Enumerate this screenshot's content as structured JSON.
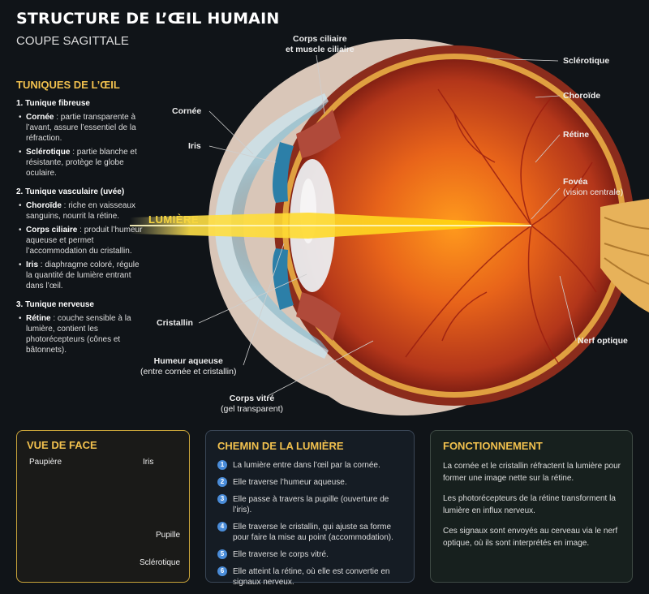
{
  "header": {
    "title": "STRUCTURE DE L’ŒIL HUMAIN",
    "subtitle": "COUPE SAGITTALE"
  },
  "tuniques": {
    "heading": "TUNIQUES DE L’ŒIL",
    "blocks": [
      {
        "title": "1. Tunique fibreuse",
        "items": [
          {
            "term": "Cornée",
            "desc": " : partie transparente à l’avant, assure l’essentiel de la réfraction."
          },
          {
            "term": "Sclérotique",
            "desc": " : partie blanche et résistante, protège le globe oculaire."
          }
        ]
      },
      {
        "title": "2. Tunique vasculaire (uvée)",
        "items": [
          {
            "term": "Choroïde",
            "desc": " : riche en vaisseaux sanguins, nourrit la rétine."
          },
          {
            "term": "Corps ciliaire",
            "desc": " : produit l’humeur aqueuse et permet l’accommodation du cristallin."
          },
          {
            "term": "Iris",
            "desc": " : diaphragme coloré, régule la quantité de lumière entrant dans l’œil."
          }
        ]
      },
      {
        "title": "3. Tunique nerveuse",
        "items": [
          {
            "term": "Rétine",
            "desc": " : couche sensible à la lumière, contient les photorécepteurs (cônes et bâtonnets)."
          }
        ]
      }
    ]
  },
  "labels": {
    "corps_ciliaire": "Corps ciliaire",
    "muscle_ciliaire": "et muscle ciliaire",
    "sclerotique": "Sclérotique",
    "choroide": "Choroïde",
    "retine": "Rétine",
    "fovea": "Fovéa",
    "fovea_note": "(vision centrale)",
    "nerf_optique": "Nerf optique",
    "cornee": "Cornée",
    "iris": "Iris",
    "lumiere": "LUMIÈRE",
    "cristallin": "Cristallin",
    "humeur_aqueuse": "Humeur aqueuse",
    "humeur_note": "(entre cornée et cristallin)",
    "corps_vitre": "Corps vitré",
    "corps_vitre_note": "(gel transparent)"
  },
  "face": {
    "heading": "VUE DE FACE",
    "paupiere": "Paupière",
    "iris": "Iris",
    "pupille": "Pupille",
    "sclerotique": "Sclérotique"
  },
  "chemin": {
    "heading": "CHEMIN DE LA LUMIÈRE",
    "steps": [
      {
        "n": "1",
        "text": "La lumière entre dans l’œil par la cornée."
      },
      {
        "n": "2",
        "text": "Elle traverse l’humeur aqueuse."
      },
      {
        "n": "3",
        "text": "Elle passe à travers la pupille (ouverture de l’iris)."
      },
      {
        "n": "4",
        "text": "Elle traverse le cristallin, qui ajuste sa forme pour faire la mise au point (accommodation)."
      },
      {
        "n": "5",
        "text": "Elle traverse le corps vitré."
      },
      {
        "n": "6",
        "text": "Elle atteint la rétine, où elle est convertie en signaux nerveux."
      }
    ]
  },
  "fonctionnement": {
    "heading": "FONCTIONNEMENT",
    "paragraphs": [
      "La cornée et le cristallin réfractent la lumière pour former une image nette sur la rétine.",
      "Les photorécepteurs de la rétine transforment la lumière en influx nerveux.",
      "Ces signaux sont envoyés au cerveau via le nerf optique, où ils sont interprétés en image."
    ]
  }
}
